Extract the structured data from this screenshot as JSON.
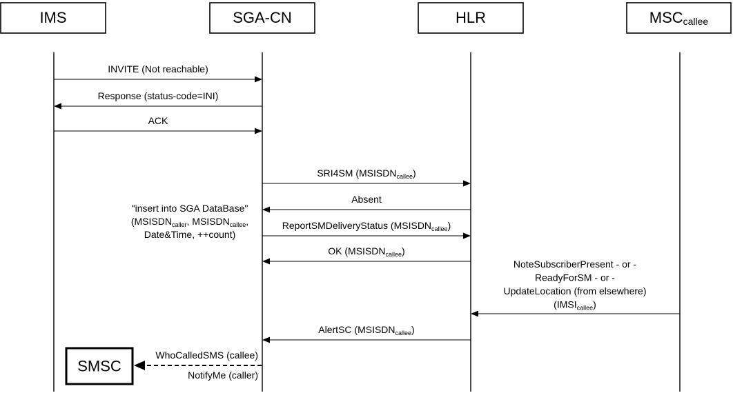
{
  "entities": [
    {
      "id": "ims",
      "label": "IMS"
    },
    {
      "id": "sgacn",
      "label": "SGA-CN"
    },
    {
      "id": "hlr",
      "label": "HLR"
    },
    {
      "id": "msc",
      "label": "MSC",
      "sub": "callee"
    }
  ],
  "messages": [
    {
      "id": "invite",
      "from": "ims",
      "to": "sgacn",
      "parts": [
        {
          "t": "INVITE (Not reachable)"
        }
      ]
    },
    {
      "id": "response",
      "from": "sgacn",
      "to": "ims",
      "parts": [
        {
          "t": "Response (status-code=INI)"
        }
      ]
    },
    {
      "id": "ack",
      "from": "ims",
      "to": "sgacn",
      "parts": [
        {
          "t": "ACK"
        }
      ]
    },
    {
      "id": "sri4sm",
      "from": "sgacn",
      "to": "hlr",
      "parts": [
        {
          "t": "SRI4SM (MSISDN"
        },
        {
          "t": "callee",
          "sub": true
        },
        {
          "t": ")"
        }
      ]
    },
    {
      "id": "absent",
      "from": "hlr",
      "to": "sgacn",
      "parts": [
        {
          "t": "Absent"
        }
      ]
    },
    {
      "id": "report",
      "from": "sgacn",
      "to": "hlr",
      "parts": [
        {
          "t": "ReportSMDeliveryStatus (MSISDN"
        },
        {
          "t": "callee",
          "sub": true
        },
        {
          "t": ")"
        }
      ]
    },
    {
      "id": "ok",
      "from": "hlr",
      "to": "sgacn",
      "parts": [
        {
          "t": "OK (MSISDN"
        },
        {
          "t": "callee",
          "sub": true
        },
        {
          "t": ")"
        }
      ]
    },
    {
      "id": "note-subscriber",
      "from": "msc",
      "to": "hlr",
      "parts": []
    },
    {
      "id": "alertsc",
      "from": "hlr",
      "to": "sgacn",
      "parts": [
        {
          "t": "AlertSC (MSISDN"
        },
        {
          "t": "callee",
          "sub": true
        },
        {
          "t": ")"
        }
      ]
    }
  ],
  "msc_note": [
    [
      {
        "t": "NoteSubscriberPresent - or -"
      }
    ],
    [
      {
        "t": "ReadyForSM - or -"
      }
    ],
    [
      {
        "t": "UpdateLocation (from elsewhere)"
      }
    ],
    [
      {
        "t": "(IMSI"
      },
      {
        "t": "callee",
        "sub": true
      },
      {
        "t": ")"
      }
    ]
  ],
  "db_note": [
    [
      {
        "t": "\"insert into SGA DataBase\""
      }
    ],
    [
      {
        "t": "(MSISDN"
      },
      {
        "t": "caller",
        "sub": true
      },
      {
        "t": ", MSISDN"
      },
      {
        "t": "callee",
        "sub": true
      },
      {
        "t": ","
      }
    ],
    [
      {
        "t": "Date&Time, ++count)"
      }
    ]
  ],
  "smsc": {
    "label": "SMSC",
    "top_text": "WhoCalledSMS (callee)",
    "bottom_text": "NotifyMe (caller)"
  }
}
